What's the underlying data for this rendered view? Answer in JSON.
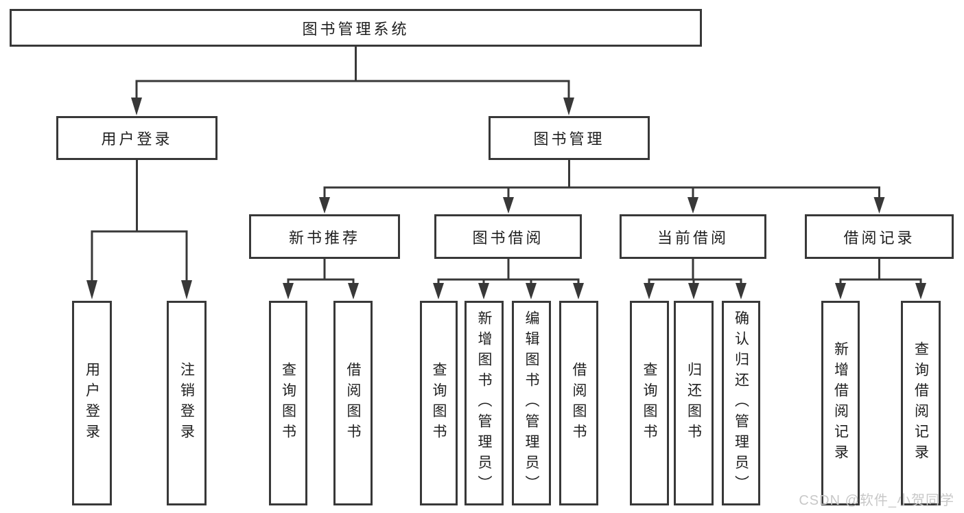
{
  "tree": {
    "label": "图书管理系统",
    "children": [
      {
        "label": "用户登录",
        "children": [
          {
            "label": "用户登录"
          },
          {
            "label": "注销登录"
          }
        ]
      },
      {
        "label": "图书管理",
        "children": [
          {
            "label": "新书推荐",
            "children": [
              {
                "label": "查询图书"
              },
              {
                "label": "借阅图书"
              }
            ]
          },
          {
            "label": "图书借阅",
            "children": [
              {
                "label": "查询图书"
              },
              {
                "label": "新增图书（管理员）"
              },
              {
                "label": "编辑图书（管理员）"
              },
              {
                "label": "借阅图书"
              }
            ]
          },
          {
            "label": "当前借阅",
            "children": [
              {
                "label": "查询图书"
              },
              {
                "label": "归还图书"
              },
              {
                "label": "确认归还（管理员）"
              }
            ]
          },
          {
            "label": "借阅记录",
            "children": [
              {
                "label": "新增借阅记录"
              },
              {
                "label": "查询借阅记录"
              }
            ]
          }
        ]
      }
    ]
  },
  "watermark": {
    "text": "CSDN @软件_小贺同学"
  },
  "colors": {
    "line": "#383838",
    "box_border": "#383838",
    "box_fill": "#ffffff",
    "text": "#1f1f1f",
    "watermark": "#c8c8c8",
    "background": "#ffffff"
  }
}
